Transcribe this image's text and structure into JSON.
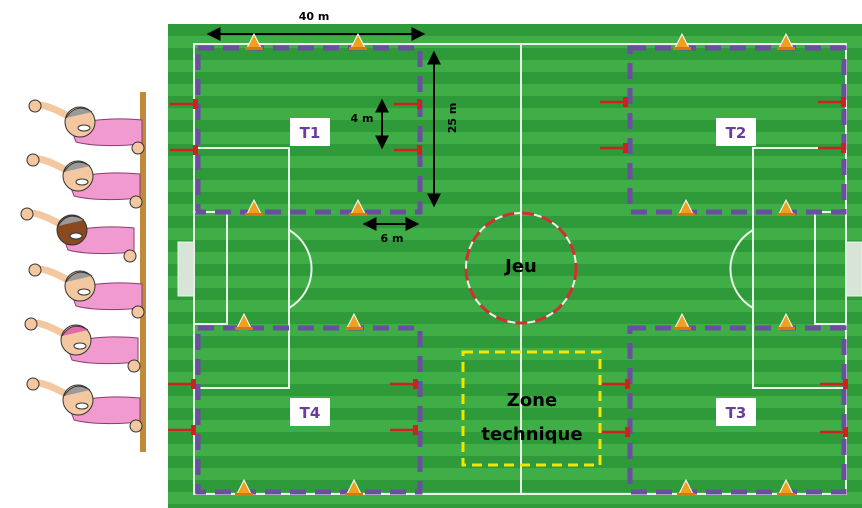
{
  "labels": {
    "width": "40 m",
    "height": "25 m",
    "gap_small": "4 m",
    "gap_side": "6 m",
    "center": "Jeu",
    "tech_line1": "Zone",
    "tech_line2": "technique"
  },
  "zones": [
    "T1",
    "T2",
    "T3",
    "T4"
  ],
  "colors": {
    "grass_dark": "#2f9a3a",
    "grass_light": "#3fae46",
    "zone_dash": "#6a4fa0",
    "center_dash": "#d23030",
    "tech_dash": "#f2e600",
    "flag": "#cc2222",
    "cone": "#f0a020",
    "pole": "#c08a3a",
    "shirt": "#f09ad0"
  },
  "icons": [
    "cone-icon",
    "flag-icon",
    "player-figure"
  ]
}
